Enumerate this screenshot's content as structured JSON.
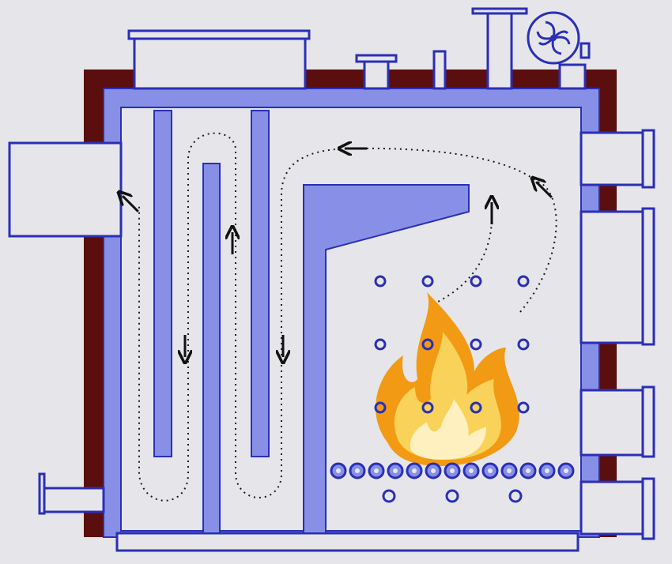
{
  "colors": {
    "background": "#e5e5ea",
    "insulation": "#5a0e0e",
    "water_jacket": "#8790e6",
    "outline": "#2a2fb6",
    "interior": "#e6e6ea",
    "flow_path": "#1a1a1a",
    "flame_outer": "#f39c12",
    "flame_mid": "#f7c948",
    "flame_core": "#fff2c2"
  },
  "components": {
    "fan_icon": "blower-fan-icon",
    "flow_arrow_icon": "flow-arrow-icon",
    "flame_icon": "flame-icon"
  },
  "flow_arrows": [
    {
      "direction": "up-left"
    },
    {
      "direction": "down"
    },
    {
      "direction": "up"
    },
    {
      "direction": "down"
    },
    {
      "direction": "left"
    },
    {
      "direction": "up"
    },
    {
      "direction": "up-left"
    }
  ],
  "fire_tube_grid": {
    "rows": 3,
    "columns": 4
  },
  "grate_tubes": {
    "count": 13
  },
  "ash_tubes": {
    "count": 3
  }
}
